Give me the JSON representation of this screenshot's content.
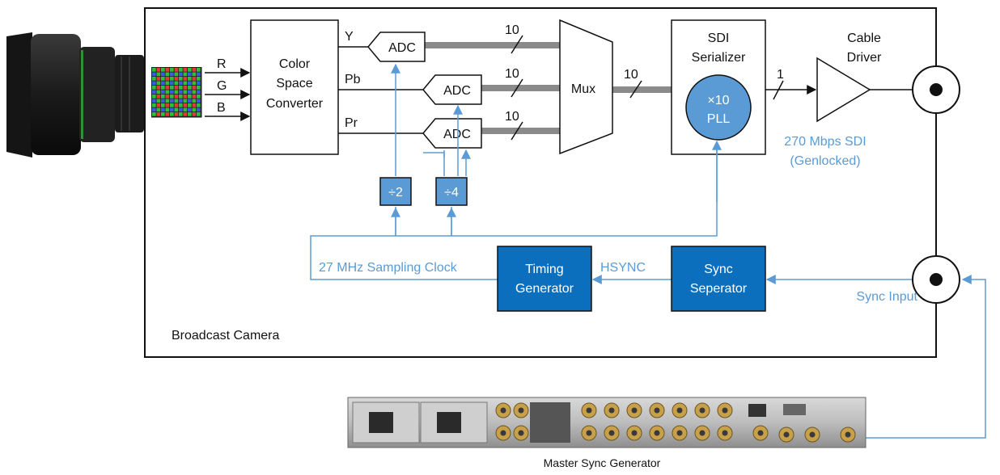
{
  "colors": {
    "clock_blue": "#5b9bd5",
    "block_fill": "#0b6fbd",
    "bus_gray": "#8a8a8a",
    "line_black": "#111111"
  },
  "diagram": {
    "camera_label": "Broadcast Camera",
    "sensor_channels": [
      "R",
      "G",
      "B"
    ],
    "csc_label": [
      "Color",
      "Space",
      "Converter"
    ],
    "outputs": [
      "Y",
      "Pb",
      "Pr"
    ],
    "adc_label": "ADC",
    "bus_width": "10",
    "serial_width": "1",
    "mux_label": "Mux",
    "serializer_label": [
      "SDI",
      "Serializer"
    ],
    "pll_label": [
      "×10",
      "PLL"
    ],
    "cable_driver_label": [
      "Cable",
      "Driver"
    ],
    "sdi_rate": [
      "270 Mbps SDI",
      "(Genlocked)"
    ],
    "div2_label": "÷2",
    "div4_label": "÷4",
    "clock_label": "27 MHz Sampling Clock",
    "timing_label": [
      "Timing",
      "Generator"
    ],
    "hsync_label": "HSYNC",
    "sync_sep_label": [
      "Sync",
      "Seperator"
    ],
    "sync_input_label": "Sync Input",
    "master_label": "Master Sync Generator"
  }
}
